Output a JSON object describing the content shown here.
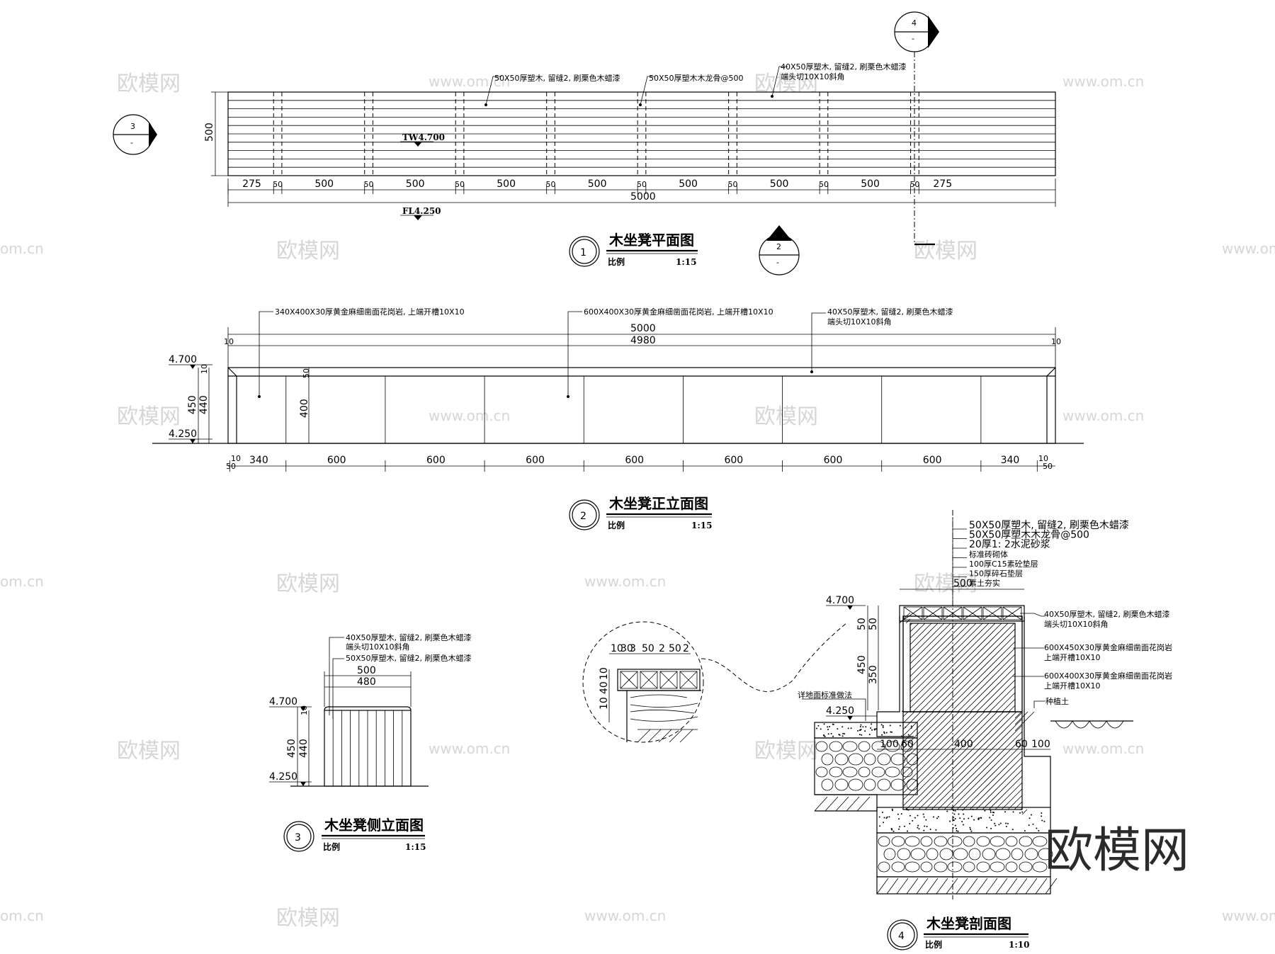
{
  "watermark": {
    "logo_text": "欧模网",
    "url_text": "www.om.cn",
    "url_fragment": "om.cn"
  },
  "plan": {
    "title": "木坐凳平面图",
    "number": "1",
    "scale_label": "比例",
    "scale": "1:15",
    "height_dim": "500",
    "segments": [
      "275",
      "50",
      "500",
      "50",
      "500",
      "50",
      "500",
      "50",
      "500",
      "50",
      "500",
      "50",
      "500",
      "50",
      "500",
      "50",
      "275"
    ],
    "total_dim": "5000",
    "tw_label": "TW4.700",
    "fl_label": "FL4.250",
    "note_board": "50X50厚塑木, 留缝2, 刷栗色木蜡漆",
    "note_keel": "50X50厚塑木木龙骨@500",
    "note_edge_1": "40X50厚塑木, 留缝2, 刷栗色木蜡漆",
    "note_edge_2": "端头切10X10斜角",
    "marker_3": "3",
    "marker_2": "2",
    "marker_4": "4",
    "marker_sub": "-"
  },
  "elevation": {
    "title": "木坐凳正立面图",
    "number": "2",
    "scale_label": "比例",
    "scale": "1:15",
    "note_left": "340X400X30厚黄金麻细凿面花岗岩, 上端开槽10X10",
    "note_mid": "600X400X30厚黄金麻细凿面花岗岩, 上端开槽10X10",
    "note_right_1": "40X50厚塑木, 留缝2, 刷栗色木蜡漆",
    "note_right_2": "端头切10X10斜角",
    "top_total": "5000",
    "inner_total": "4980",
    "end_gap": "10",
    "level_top": "4.700",
    "level_bottom": "4.250",
    "dim_450": "450",
    "dim_440": "440",
    "dim_10": "10",
    "dim_50": "50",
    "dim_400": "400",
    "bottom_segments": [
      "340",
      "600",
      "600",
      "600",
      "600",
      "600",
      "600",
      "600",
      "340"
    ],
    "bottom_end_50": "50",
    "bottom_end_10": "10"
  },
  "side": {
    "title": "木坐凳侧立面图",
    "number": "3",
    "scale_label": "比例",
    "scale": "1:15",
    "note_1": "40X50厚塑木, 留缝2, 刷栗色木蜡漆",
    "note_2": "端头切10X10斜角",
    "note_3": "50X50厚塑木, 留缝2, 刷栗色木蜡漆",
    "dim_500": "500",
    "dim_480": "480",
    "level_top": "4.700",
    "level_bottom": "4.250",
    "dim_450": "450",
    "dim_440": "440",
    "dim_10": "10"
  },
  "section": {
    "title": "木坐凳剖面图",
    "number": "4",
    "scale_label": "比例",
    "scale": "1:10",
    "layers": [
      "50X50厚塑木, 留缝2, 刷栗色木蜡漆",
      "50X50厚塑木木龙骨@500",
      "20厚1: 2水泥砂浆",
      "标准砖砌体",
      "100厚C15素砼垫层",
      "150厚碎石垫层",
      "素土夯实"
    ],
    "right_note_1a": "40X50厚塑木, 留缝2, 刷栗色木蜡漆",
    "right_note_1b": "端头切10X10斜角",
    "right_note_2a": "600X450X30厚黄金麻细凿面花岗岩",
    "right_note_2b": "上端开槽10X10",
    "right_note_3a": "600X400X30厚黄金麻细凿面花岗岩",
    "right_note_3b": "上端开槽10X10",
    "soil_note": "种植土",
    "paving_note": "详地面标准做法",
    "dim_500": "500",
    "dim_50a": "50",
    "dim_50b": "50",
    "dim_450": "450",
    "dim_350": "350",
    "level_top": "4.700",
    "level_bottom": "4.250",
    "bottom_dims": [
      "100",
      "60",
      "400",
      "60",
      "100"
    ],
    "detail_top_dims": [
      "10",
      "30",
      "3",
      "50",
      "2",
      "50",
      "2"
    ],
    "detail_left_dims": [
      "10",
      "40",
      "10"
    ]
  }
}
